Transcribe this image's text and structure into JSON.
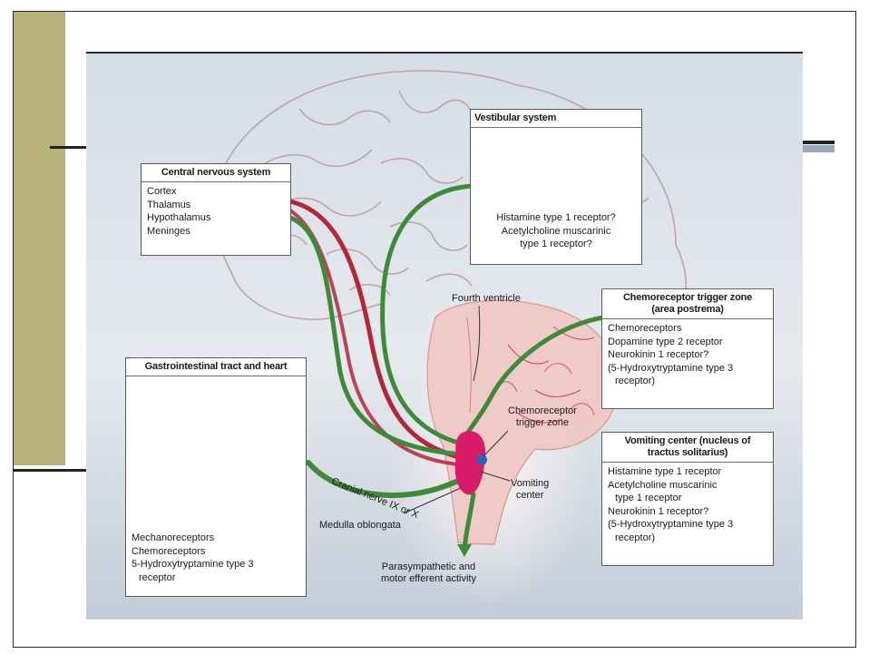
{
  "boxes": {
    "cns": {
      "title": "Central nervous system",
      "items": [
        "Cortex",
        "Thalamus",
        "Hypothalamus",
        "Meninges"
      ]
    },
    "vestibular": {
      "title": "Vestibular system",
      "items": [
        "Histamine type 1 receptor?",
        "Acetylcholine muscarinic",
        "type 1 receptor?"
      ]
    },
    "ctz": {
      "title_lines": [
        "Chemoreceptor trigger zone",
        "(area postrema)"
      ],
      "items": [
        "Chemoreceptors",
        "Dopamine type 2 receptor",
        "Neurokinin 1 receptor?",
        "(5-Hydroxytryptamine type 3",
        "receptor)"
      ]
    },
    "gi": {
      "title": "Gastrointestinal tract and heart",
      "items": [
        "Mechanoreceptors",
        "Chemoreceptors",
        "5-Hydroxytryptamine type 3",
        "receptor"
      ]
    },
    "vc": {
      "title_lines": [
        "Vomiting center (nucleus of",
        "tractus solitarius)"
      ],
      "items": [
        "Histamine type 1 receptor",
        "Acetylcholine muscarinic",
        "type 1 receptor",
        "Neurokinin 1 receptor?",
        "(5-Hydroxytryptamine type 3",
        "receptor)"
      ]
    }
  },
  "labels": {
    "fourth_ventricle": "Fourth ventricle",
    "ctz_lines": [
      "Chemoreceptor",
      "trigger zone"
    ],
    "vc_lines": [
      "Vomiting",
      "center"
    ],
    "cranial_nerve": "Cranial nerve IX or X",
    "medulla": "Medulla oblongata",
    "efferent_lines": [
      "Parasympathetic and",
      "motor efferent activity"
    ]
  },
  "colors": {
    "green_arrow": "#3f8a3a",
    "red_arrow": "#b3263a",
    "medulla": "#d81c6a",
    "ctz_dot": "#2e63b8",
    "olive_band": "#b7b27c"
  }
}
